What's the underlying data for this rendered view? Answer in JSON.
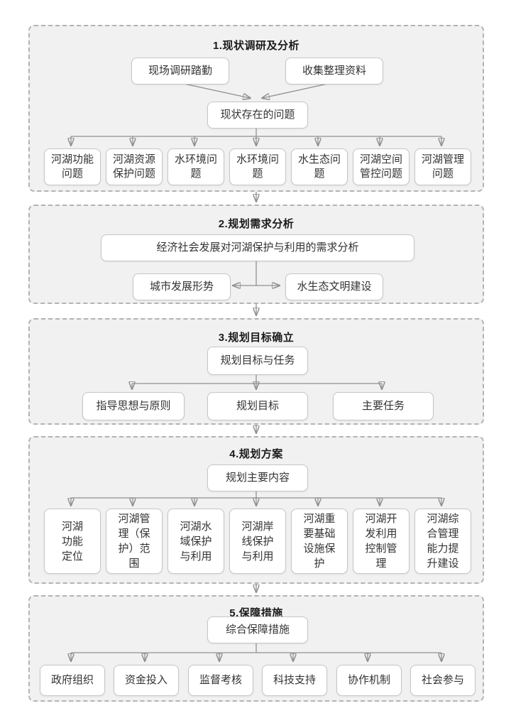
{
  "colors": {
    "page_bg": "#ffffff",
    "section_bg": "#f1f1f1",
    "section_border": "#b3b3b3",
    "box_bg": "#ffffff",
    "box_border": "#c6c6c6",
    "line": "#8f8f8f",
    "arrowhead": "#3a3a3a",
    "text": "#333333",
    "title": "#1a1a1a"
  },
  "sections": [
    {
      "title": "1.现状调研及分析",
      "top_boxes": [
        "现场调研踏勤",
        "收集整理资料"
      ],
      "mid_box": "现状存在的问题",
      "children": [
        "河湖功能\n问题",
        "河湖资源\n保护问题",
        "水环境问\n题",
        "水环境问\n题",
        "水生态问\n题",
        "河湖空间\n管控问题",
        "河湖管理\n问题"
      ]
    },
    {
      "title": "2.规划需求分析",
      "wide_box": "经济社会发展对河湖保护与利用的需求分析",
      "left_box": "城市发展形势",
      "right_box": "水生态文明建设"
    },
    {
      "title": "3.规划目标确立",
      "mid_box": "规划目标与任务",
      "children": [
        "指导思想与原则",
        "规划目标",
        "主要任务"
      ]
    },
    {
      "title": "4.规划方案",
      "mid_box": "规划主要内容",
      "children": [
        "河湖\n功能\n定位",
        "河湖管\n理（保\n护）范\n围",
        "河湖水\n域保护\n与利用",
        "河湖岸\n线保护\n与利用",
        "河湖重\n要基础\n设施保\n护",
        "河湖开\n发利用\n控制管\n理",
        "河湖综\n合管理\n能力提\n升建设"
      ]
    },
    {
      "title": "5.保障措施",
      "mid_box": "综合保障措施",
      "children": [
        "政府组织",
        "资金投入",
        "监督考核",
        "科技支持",
        "协作机制",
        "社会参与"
      ]
    }
  ]
}
